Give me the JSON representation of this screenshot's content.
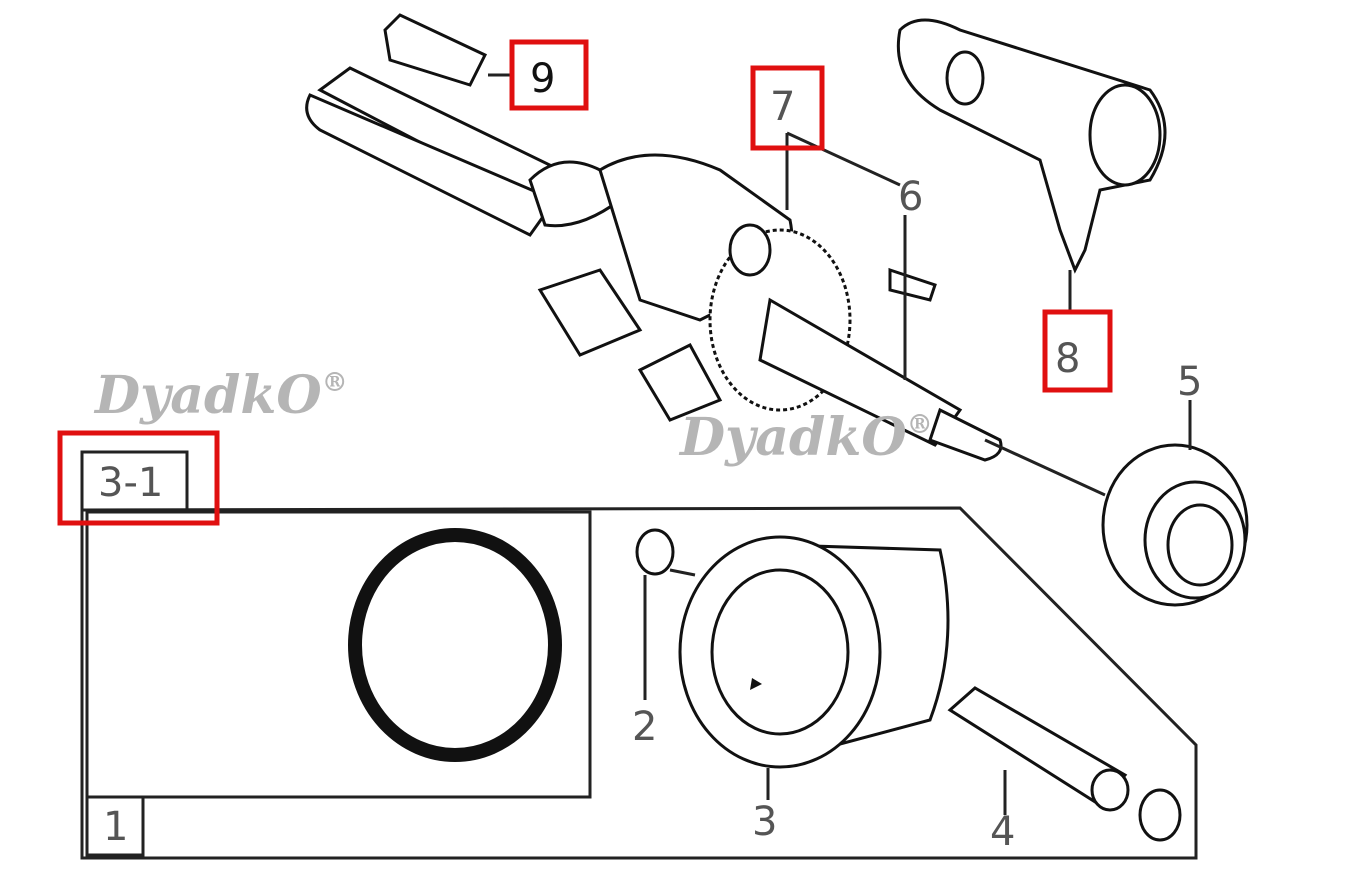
{
  "diagram": {
    "title": "Crankshaft and piston assembly exploded view",
    "watermark": "DyadkO",
    "watermark_mark": "®",
    "highlight_color": "#e01010",
    "callouts": [
      {
        "id": "1",
        "label": "1",
        "part": "piston-ring-set",
        "highlighted": false
      },
      {
        "id": "2",
        "label": "2",
        "part": "piston-pin-clip",
        "highlighted": false
      },
      {
        "id": "3",
        "label": "3",
        "part": "piston",
        "highlighted": false
      },
      {
        "id": "3-1",
        "label": "3-1",
        "part": "piston-assembly",
        "highlighted": true
      },
      {
        "id": "4",
        "label": "4",
        "part": "piston-pin",
        "highlighted": false
      },
      {
        "id": "5",
        "label": "5",
        "part": "bearing",
        "highlighted": false
      },
      {
        "id": "6",
        "label": "6",
        "part": "woodruff-key",
        "highlighted": false
      },
      {
        "id": "7",
        "label": "7",
        "part": "crankshaft",
        "highlighted": true
      },
      {
        "id": "8",
        "label": "8",
        "part": "connecting-rod",
        "highlighted": true
      },
      {
        "id": "9",
        "label": "9",
        "part": "shaft-key",
        "highlighted": true
      }
    ]
  }
}
